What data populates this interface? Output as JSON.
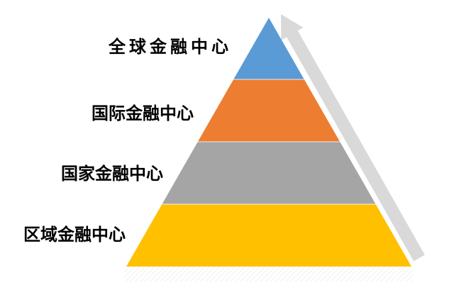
{
  "figure": {
    "type": "pyramid-diagram",
    "background": "#ffffff",
    "levels": [
      {
        "rank": 1,
        "label": "全球金融中心",
        "color": "#5b9bd5"
      },
      {
        "rank": 2,
        "label": "国际金融中心",
        "color": "#ed7d31"
      },
      {
        "rank": 3,
        "label": "国家金融中心",
        "color": "#a5a5a5"
      },
      {
        "rank": 4,
        "label": "区域金融中心",
        "color": "#ffc000"
      }
    ],
    "arrow": {
      "direction": "up",
      "color": "#d9d9d9"
    },
    "base_shadow": {
      "color": "#e9e9e9"
    },
    "separator_color": "#ffffff"
  }
}
